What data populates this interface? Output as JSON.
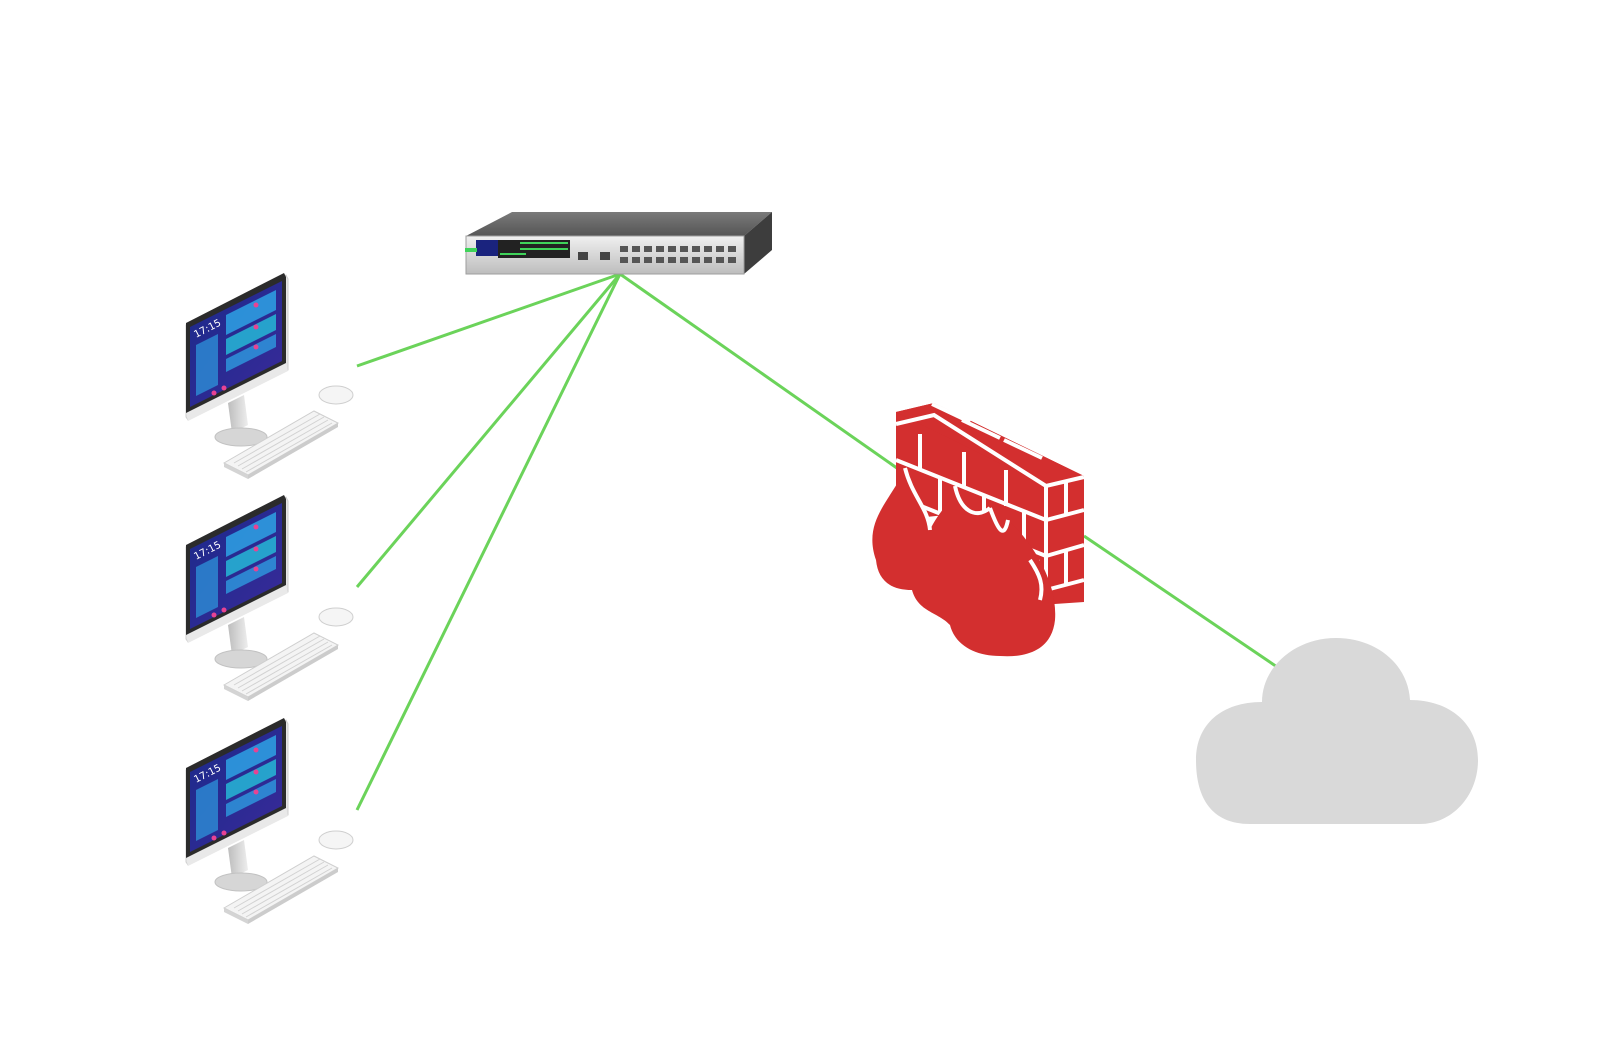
{
  "diagram": {
    "background": "#ffffff",
    "link_color": "#6bd35a",
    "computers": [
      {
        "id": "pc-1",
        "screen_time": "17:15",
        "icon": "desktop-computer-icon"
      },
      {
        "id": "pc-2",
        "screen_time": "17:15",
        "icon": "desktop-computer-icon"
      },
      {
        "id": "pc-3",
        "screen_time": "17:15",
        "icon": "desktop-computer-icon"
      }
    ],
    "switch": {
      "id": "switch",
      "icon": "network-switch-icon",
      "body_color": "#5a5a5a",
      "port_led_color": "#3fd35a"
    },
    "firewall": {
      "id": "firewall",
      "icon": "firewall-icon",
      "color": "#d32f2f"
    },
    "cloud": {
      "id": "internet",
      "icon": "cloud-icon",
      "color": "#d9d9d9"
    },
    "links": [
      {
        "from": "pc-1",
        "to": "switch"
      },
      {
        "from": "pc-2",
        "to": "switch"
      },
      {
        "from": "pc-3",
        "to": "switch"
      },
      {
        "from": "switch",
        "to": "firewall"
      },
      {
        "from": "firewall",
        "to": "internet"
      }
    ]
  }
}
